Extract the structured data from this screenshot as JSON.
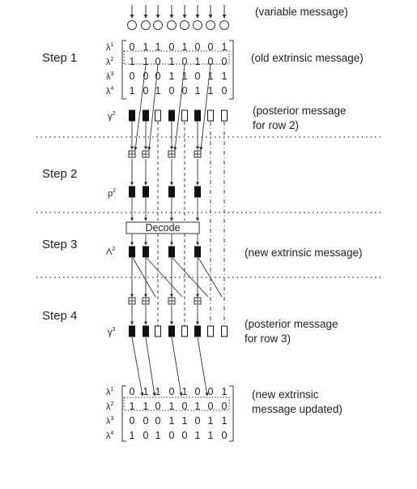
{
  "top_note": "(variable message)",
  "steps": [
    {
      "label": "Step 1"
    },
    {
      "label": "Step 2"
    },
    {
      "label": "Step 3"
    },
    {
      "label": "Step 4"
    }
  ],
  "annotations": {
    "old_extrinsic": "(old extrinsic message)",
    "posterior_row2_line1": "(posterior message",
    "posterior_row2_line2": "for row 2)",
    "new_extrinsic": "(new extrinsic message)",
    "posterior_row3_line1": "(posterior message",
    "posterior_row3_line2": "for row 3)",
    "new_extrinsic_updated_line1": "(new extrinsic",
    "new_extrinsic_updated_line2": "message updated)"
  },
  "decode_label": "Decode",
  "matrix_old": {
    "row_symbol": "λ",
    "rows": [
      {
        "sup": "1",
        "bits": "0 1 1 0 1 0 0 1"
      },
      {
        "sup": "2",
        "bits": "1 1 0 1 0 1 0 0"
      },
      {
        "sup": "3",
        "bits": "0 0 0 1 1 0 1 1"
      },
      {
        "sup": "4",
        "bits": "1 0 1 0 0 1 1 0"
      }
    ]
  },
  "matrix_new": {
    "row_symbol": "λ",
    "rows": [
      {
        "sup": "1",
        "bits": "0 1 1 0 1 0 0 1"
      },
      {
        "sup": "2",
        "bits": "1 1 0 1 0 1 0 0"
      },
      {
        "sup": "3",
        "bits": "0 0 0 1 1 0 1 1"
      },
      {
        "sup": "4",
        "bits": "1 0 1 0 0 1 1 0"
      }
    ]
  },
  "labels": {
    "gamma2": {
      "symbol": "γ",
      "sup": "2"
    },
    "rho2": {
      "symbol": "ρ",
      "sup": "2"
    },
    "Lambda2": {
      "symbol": "Λ",
      "sup": "2"
    },
    "gamma3": {
      "symbol": "γ",
      "sup": "3"
    }
  },
  "column_states": {
    "gamma2": [
      1,
      1,
      0,
      1,
      0,
      1,
      0,
      0
    ],
    "rho2": [
      1,
      1,
      null,
      1,
      null,
      1,
      null,
      null
    ],
    "Lambda2": [
      1,
      1,
      null,
      1,
      null,
      1,
      null,
      null
    ],
    "gamma3": [
      1,
      1,
      0,
      1,
      0,
      1,
      0,
      0
    ]
  },
  "plus_symbol": "⊞"
}
